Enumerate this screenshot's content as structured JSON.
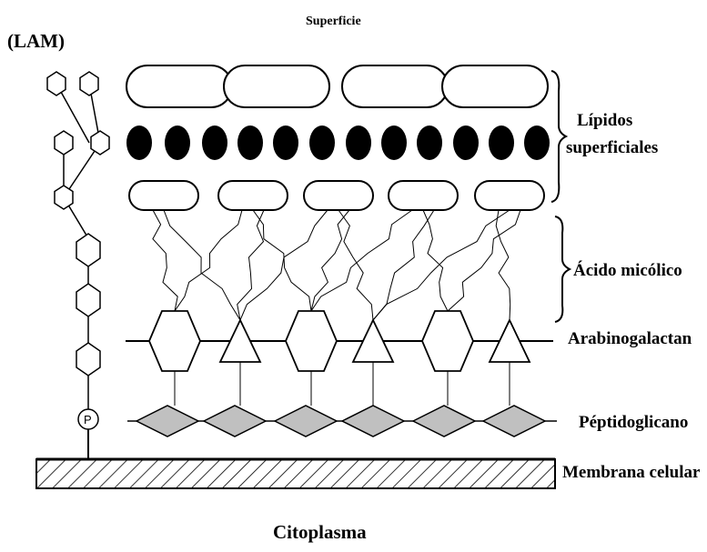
{
  "labels": {
    "top": "Superficie",
    "lam": "(LAM)",
    "lipids_line1": "Lípidos",
    "lipids_line2": "superficiales",
    "mycolic": "Ácido micólico",
    "arabinogalactan": "Arabinogalactan",
    "peptidoglycan": "Péptidoglicano",
    "membrane": "Membrana celular",
    "cytoplasm": "Citoplasma",
    "phosphate": "P"
  },
  "colors": {
    "stroke": "#000000",
    "peptidoglycan_fill": "#c0c0c0",
    "lipid_dot": "#000000",
    "background": "#ffffff"
  }
}
